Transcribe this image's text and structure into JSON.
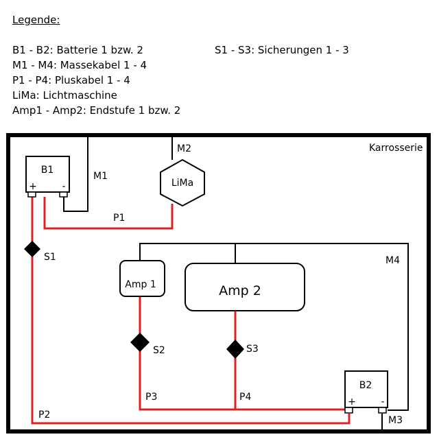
{
  "legend": {
    "title": "Legende:",
    "items": [
      "B1 - B2: Batterie 1 bzw. 2",
      "M1 - M4: Massekabel 1 - 4",
      "P1 - P4: Pluskabel 1 - 4",
      "LiMa: Lichtmaschine",
      "Amp1 - Amp2: Endstufe 1 bzw. 2"
    ],
    "right_item": "S1 - S3: Sicherungen 1 - 3"
  },
  "diagram": {
    "body_label": "Karrosserie",
    "battery1": {
      "label": "B1",
      "plus": "+",
      "minus": "-"
    },
    "battery2": {
      "label": "B2",
      "plus": "+",
      "minus": "-"
    },
    "alternator": {
      "label": "LiMa"
    },
    "amp1": {
      "label": "Amp 1"
    },
    "amp2": {
      "label": "Amp 2"
    },
    "ground_cables": {
      "m1": "M1",
      "m2": "M2",
      "m3": "M3",
      "m4": "M4"
    },
    "plus_cables": {
      "p1": "P1",
      "p2": "P2",
      "p3": "P3",
      "p4": "P4"
    },
    "fuses": {
      "s1": "S1",
      "s2": "S2",
      "s3": "S3"
    },
    "colors": {
      "ground_wire": "#000000",
      "plus_wire": "#e02020",
      "frame": "#000000"
    }
  }
}
